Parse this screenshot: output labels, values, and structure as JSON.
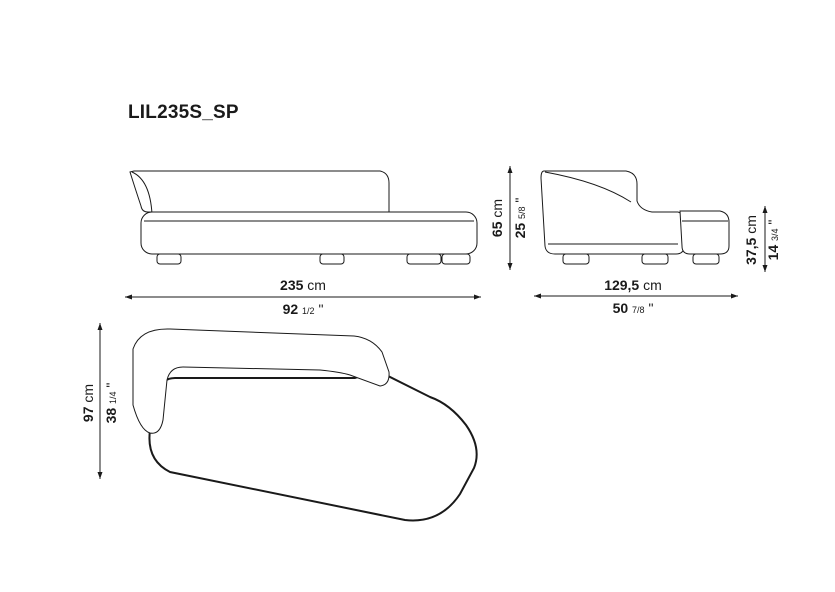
{
  "model_code": "LIL235S_SP",
  "front_view": {
    "width_cm": "235",
    "width_unit": "cm",
    "width_in_whole": "92",
    "width_in_frac": "1/2",
    "inch_mark": "\"",
    "height_cm": "65",
    "height_unit": "cm",
    "height_in_whole": "25",
    "height_in_frac": "5/8"
  },
  "side_view": {
    "depth_cm": "129,5",
    "depth_unit": "cm",
    "depth_in_whole": "50",
    "depth_in_frac": "7/8",
    "seat_height_cm": "37,5",
    "seat_height_unit": "cm",
    "seat_height_in_whole": "14",
    "seat_height_in_frac": "3/4"
  },
  "top_view": {
    "depth_cm": "97",
    "depth_unit": "cm",
    "depth_in_whole": "38",
    "depth_in_frac": "1/4"
  }
}
